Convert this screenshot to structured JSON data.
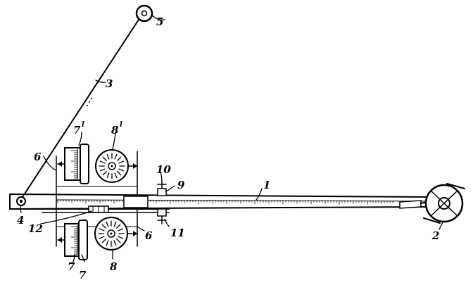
{
  "labels": {
    "l1": "1",
    "l2": "2",
    "l3": "3",
    "l4": "4",
    "l5": "5",
    "l6a": "6",
    "l6b": "6",
    "l7": "7",
    "l7b": "7",
    "l7p": "7",
    "l7p_prime": "l",
    "l8": "8",
    "l8p": "8",
    "l8p_prime": "l",
    "l9": "9",
    "l10": "10",
    "l11": "11",
    "l12": "12"
  },
  "colors": {
    "ink": "#000000",
    "paper": "#ffffff"
  }
}
